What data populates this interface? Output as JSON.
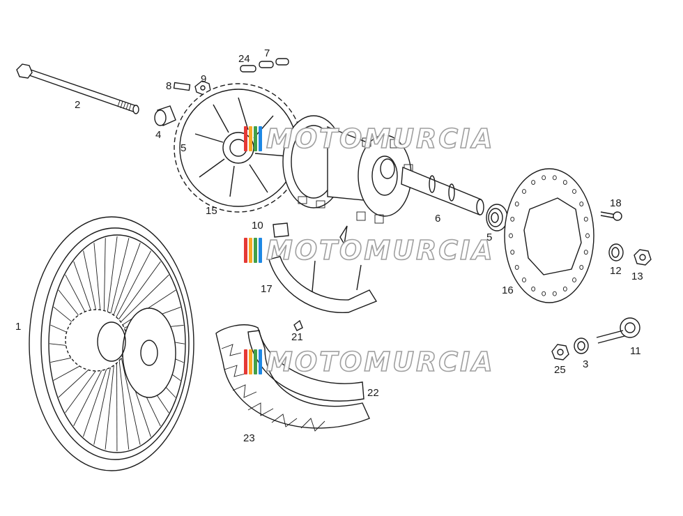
{
  "labels": [
    {
      "id": "1",
      "text": "1"
    },
    {
      "id": "2",
      "text": "2"
    },
    {
      "id": "3",
      "text": "3"
    },
    {
      "id": "4",
      "text": "4"
    },
    {
      "id": "5a",
      "text": "5"
    },
    {
      "id": "5b",
      "text": "5"
    },
    {
      "id": "6",
      "text": "6"
    },
    {
      "id": "7",
      "text": "7"
    },
    {
      "id": "8",
      "text": "8"
    },
    {
      "id": "9",
      "text": "9"
    },
    {
      "id": "10",
      "text": "10"
    },
    {
      "id": "11",
      "text": "11"
    },
    {
      "id": "12",
      "text": "12"
    },
    {
      "id": "13",
      "text": "13"
    },
    {
      "id": "15",
      "text": "15"
    },
    {
      "id": "16",
      "text": "16"
    },
    {
      "id": "17",
      "text": "17"
    },
    {
      "id": "18",
      "text": "18"
    },
    {
      "id": "21",
      "text": "21"
    },
    {
      "id": "22",
      "text": "22"
    },
    {
      "id": "23",
      "text": "23"
    },
    {
      "id": "24",
      "text": "24"
    },
    {
      "id": "25",
      "text": "25"
    }
  ],
  "watermark": {
    "text": "MOTOMURCIA",
    "stripe_colors": [
      "#e53935",
      "#f9a825",
      "#43a047",
      "#1e88e5"
    ]
  }
}
